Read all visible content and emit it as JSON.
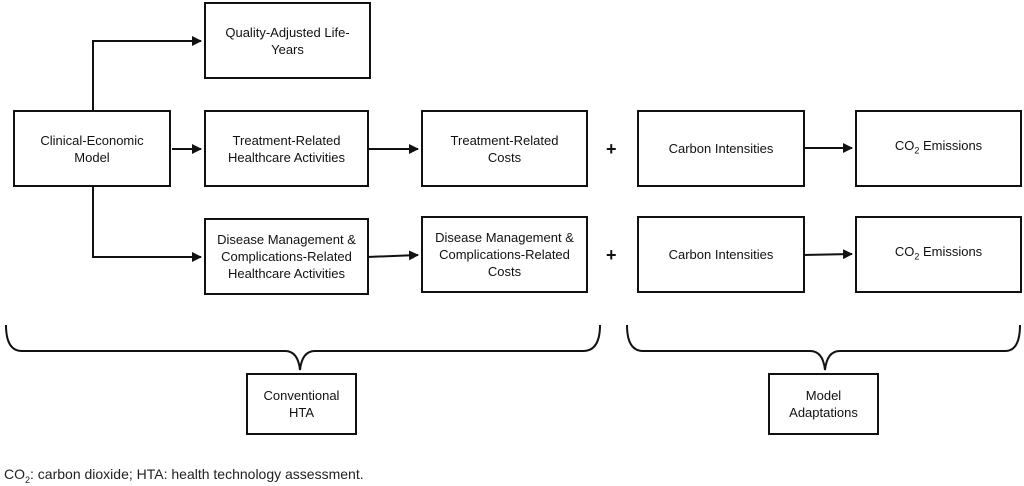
{
  "diagram": {
    "boxes": {
      "clinical_economic_model": "Clinical-Economic Model",
      "qaly": "Quality-Adjusted Life-Years",
      "treatment_activities": "Treatment-Related Healthcare Activities",
      "treatment_costs": "Treatment-Related Costs",
      "disease_activities": "Disease Management & Complications-Related Healthcare Activities",
      "disease_costs": "Disease Management & Complications-Related Costs",
      "carbon_intensities_1": "Carbon Intensities",
      "carbon_intensities_2": "Carbon Intensities",
      "co2_emissions_1_prefix": "CO",
      "co2_emissions_1_sub": "2",
      "co2_emissions_1_suffix": " Emissions",
      "co2_emissions_2_prefix": "CO",
      "co2_emissions_2_sub": "2",
      "co2_emissions_2_suffix": " Emissions",
      "conventional_hta": "Conventional HTA",
      "model_adaptations": "Model Adaptations"
    },
    "plus_signs": [
      "+",
      "+"
    ]
  },
  "caption": {
    "prefix": "CO",
    "sub": "2",
    "rest": ": carbon dioxide; HTA: health technology assessment."
  }
}
